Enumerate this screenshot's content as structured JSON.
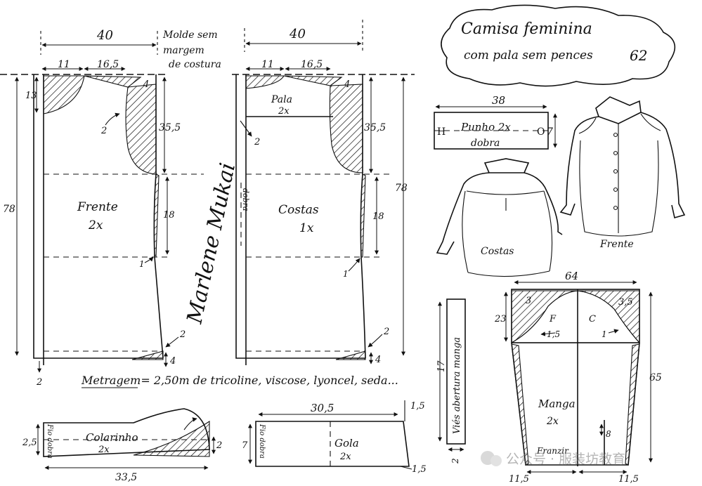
{
  "front": {
    "width_top": "40",
    "shoulder_a": "11",
    "shoulder_b": "16,5",
    "neck_depth": "13",
    "shoulder_drop": "4",
    "armhole_mark": "2",
    "armhole_depth": "35,5",
    "waist_gap": "18",
    "length": "78",
    "label": "Frente",
    "count": "2x",
    "side_mark_1": "1",
    "side_mark_2": "2",
    "hem_mark": "4",
    "bottom_mark": "2"
  },
  "note": {
    "line1": "Molde sem",
    "line2": "margem",
    "line3": "de costura"
  },
  "back": {
    "width_top": "40",
    "shoulder_a": "11",
    "shoulder_b": "16,5",
    "shoulder_drop": "4",
    "yoke_label": "Pala",
    "yoke_count": "2x",
    "armhole_depth": "35,5",
    "mark_2": "2",
    "fold_label": "dobra",
    "label": "Costas",
    "count": "1x",
    "waist_gap": "18",
    "length": "78",
    "side_mark_1": "1",
    "side_mark_2": "2",
    "hem_mark": "4"
  },
  "title": {
    "line1": "Camisa feminina",
    "line2": "com pala sem pences",
    "number": "62"
  },
  "cuff": {
    "width": "38",
    "label": "Punho 2x",
    "fold": "dobra",
    "height": "7"
  },
  "sketch": {
    "back_label": "Costas",
    "front_label": "Frente"
  },
  "sleeve": {
    "width": "64",
    "cap_left": "3",
    "cap_right": "3,5",
    "cap_height": "23",
    "front_mark": "F",
    "back_mark": "C",
    "mark_a": "1,5",
    "mark_b": "1",
    "length": "65",
    "label": "Manga",
    "count": "2x",
    "gather": "Franzir",
    "slit": "8",
    "bottom_left": "11,5",
    "bottom_right": "11,5"
  },
  "bias": {
    "label": "Viés abertura manga",
    "length": "17",
    "width": "2"
  },
  "yardage": "Metragem= 2,50m de tricoline, viscose, lyoncel, seda...",
  "yardage_word": "Metragem",
  "signature": "Marlene Mukai",
  "collar_stand": {
    "label": "Colarinho",
    "count": "2x",
    "fold": "Fio dobra",
    "height_left": "2,5",
    "height_right": "2",
    "length": "33,5"
  },
  "collar": {
    "label": "Gola",
    "count": "2x",
    "fold": "Fio dobra",
    "height": "7",
    "length": "30,5",
    "corner_top": "1,5",
    "corner_bottom": "1,5"
  },
  "watermark": "公众号 · 服装坊教育"
}
